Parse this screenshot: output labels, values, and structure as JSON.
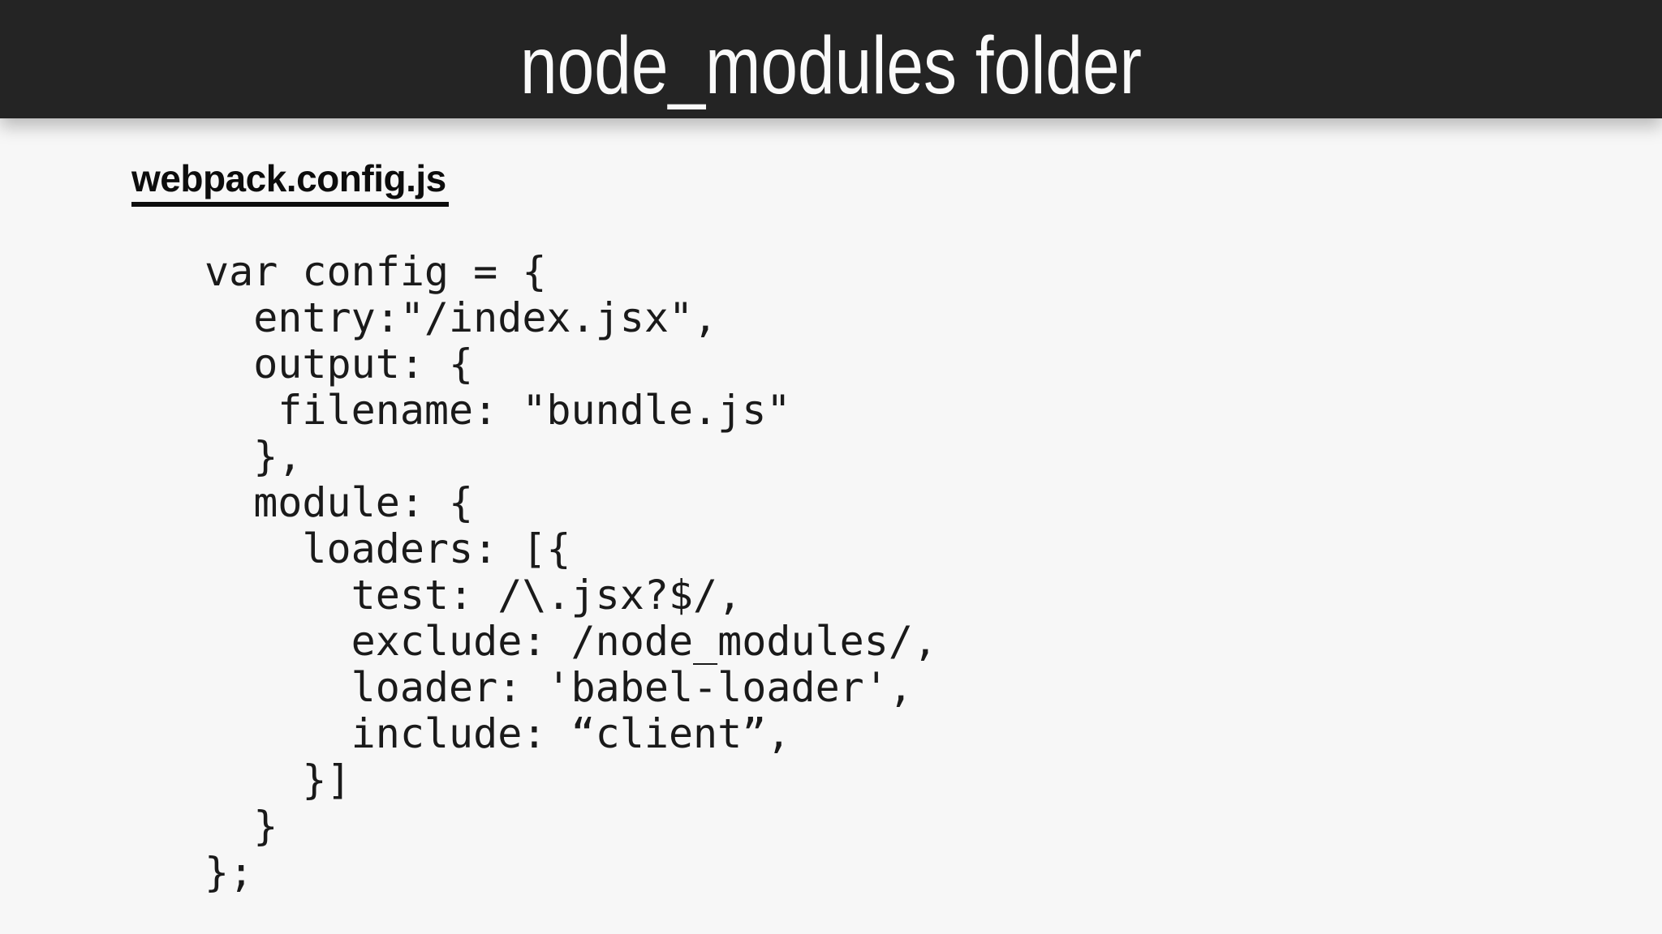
{
  "header": {
    "title": "node_modules folder"
  },
  "body": {
    "file_heading": "webpack.config.js",
    "code_lines": [
      "var config = {",
      "  entry:\"/index.jsx\",",
      "  output: {",
      "   filename: \"bundle.js\"",
      "  },",
      "  module: {",
      "    loaders: [{",
      "      test: /\\.jsx?$/,",
      "      exclude: /node_modules/,",
      "      loader: 'babel-loader',",
      "      include: “client”,",
      "    }]",
      "  }",
      "};"
    ]
  },
  "colors": {
    "header_bg": "#242424",
    "header_text": "#fafafa",
    "body_bg": "#f7f7f7",
    "heading_text": "#0d0d0d",
    "code_text": "#1a1a1a"
  }
}
